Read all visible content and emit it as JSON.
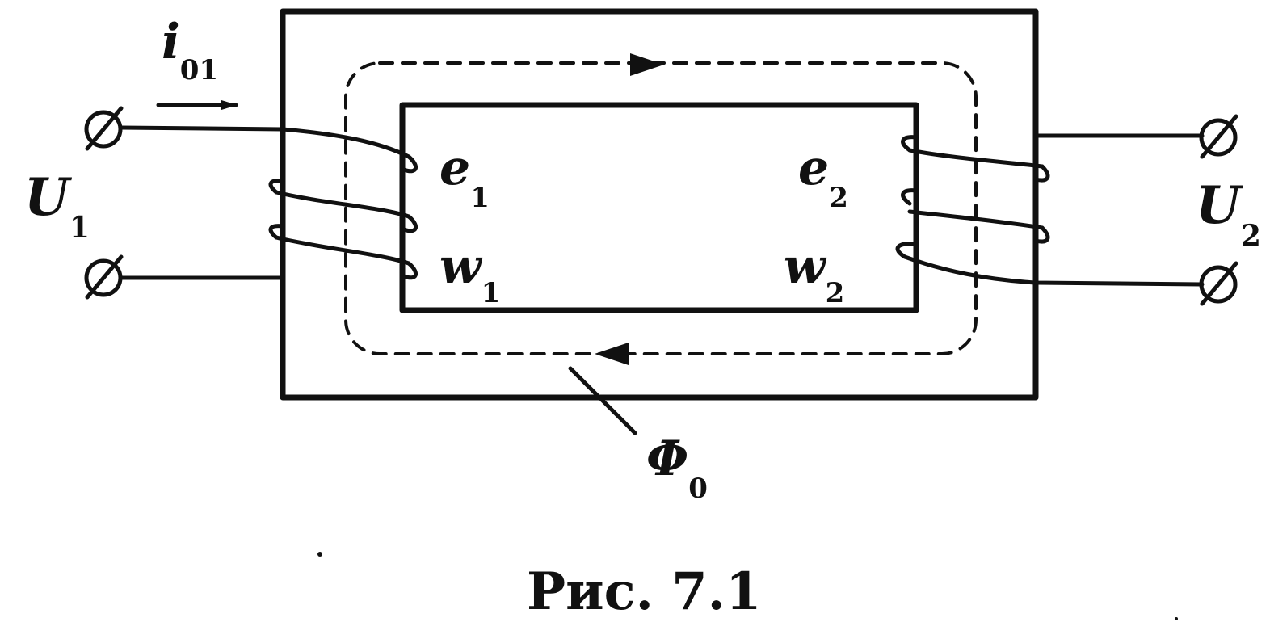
{
  "figure": {
    "caption": "Рис. 7.1",
    "labels": {
      "primary_current": {
        "symbol": "i",
        "subscript": "01"
      },
      "primary_voltage": {
        "symbol": "U",
        "subscript": "1"
      },
      "secondary_voltage": {
        "symbol": "U",
        "subscript": "2"
      },
      "primary_emf": {
        "symbol": "e",
        "subscript": "1"
      },
      "secondary_emf": {
        "symbol": "e",
        "subscript": "2"
      },
      "primary_turns": {
        "symbol": "w",
        "subscript": "1"
      },
      "secondary_turns": {
        "symbol": "w",
        "subscript": "2"
      },
      "magnetic_flux": {
        "symbol": "Φ",
        "subscript": "0"
      }
    },
    "colors": {
      "ink": "#111111",
      "background": "#ffffff"
    }
  }
}
